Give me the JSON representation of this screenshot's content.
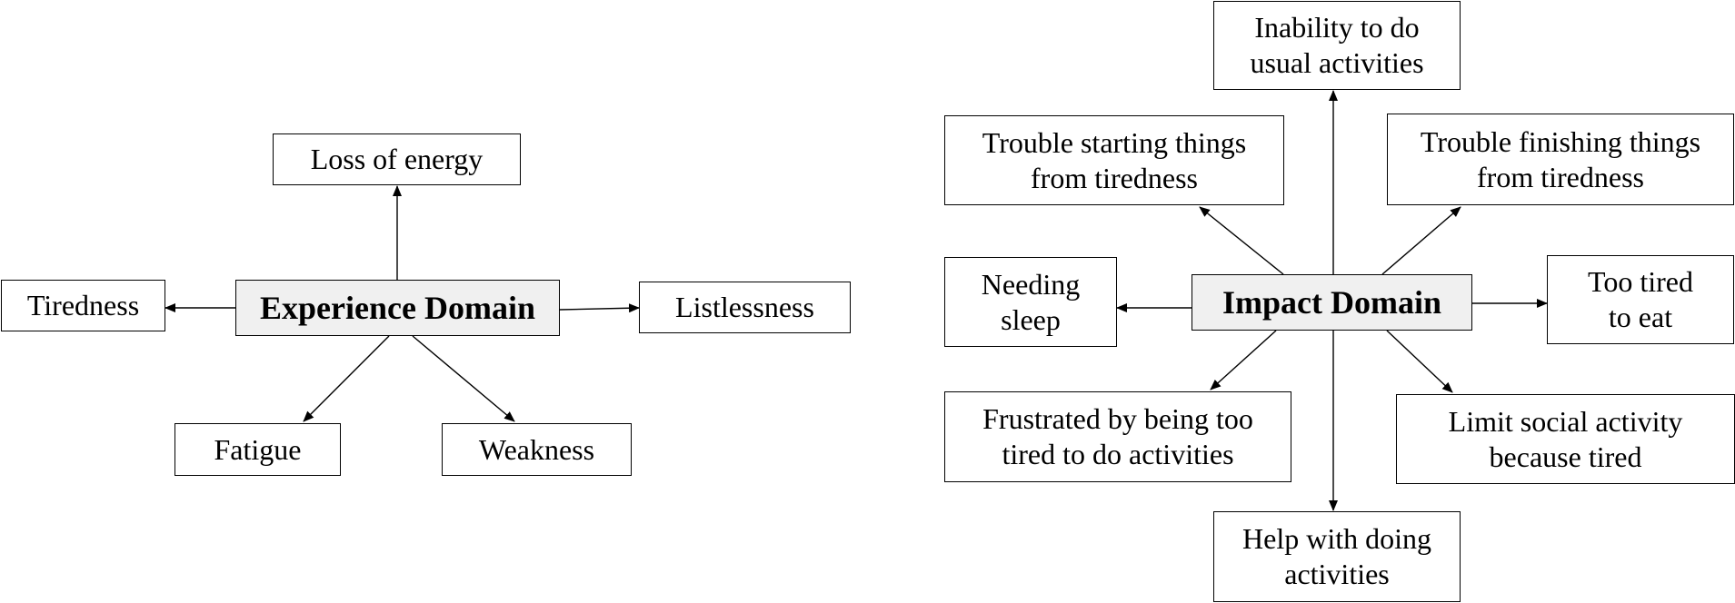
{
  "experience": {
    "center": "Experience Domain",
    "loss_of_energy": "Loss of energy",
    "tiredness": "Tiredness",
    "listlessness": "Listlessness",
    "fatigue": "Fatigue",
    "weakness": "Weakness"
  },
  "impact": {
    "center": "Impact Domain",
    "inability": [
      "Inability to do",
      "usual activities"
    ],
    "trouble_starting": [
      "Trouble starting things",
      "from tiredness"
    ],
    "trouble_finishing": [
      "Trouble finishing things",
      "from tiredness"
    ],
    "needing_sleep": [
      "Needing",
      "sleep"
    ],
    "too_tired_to_eat": [
      "Too tired",
      "to eat"
    ],
    "frustrated": [
      "Frustrated by being too",
      "tired to do activities"
    ],
    "limit_social": [
      "Limit social activity",
      "because tired"
    ],
    "help_doing": [
      "Help with doing",
      "activities"
    ]
  }
}
